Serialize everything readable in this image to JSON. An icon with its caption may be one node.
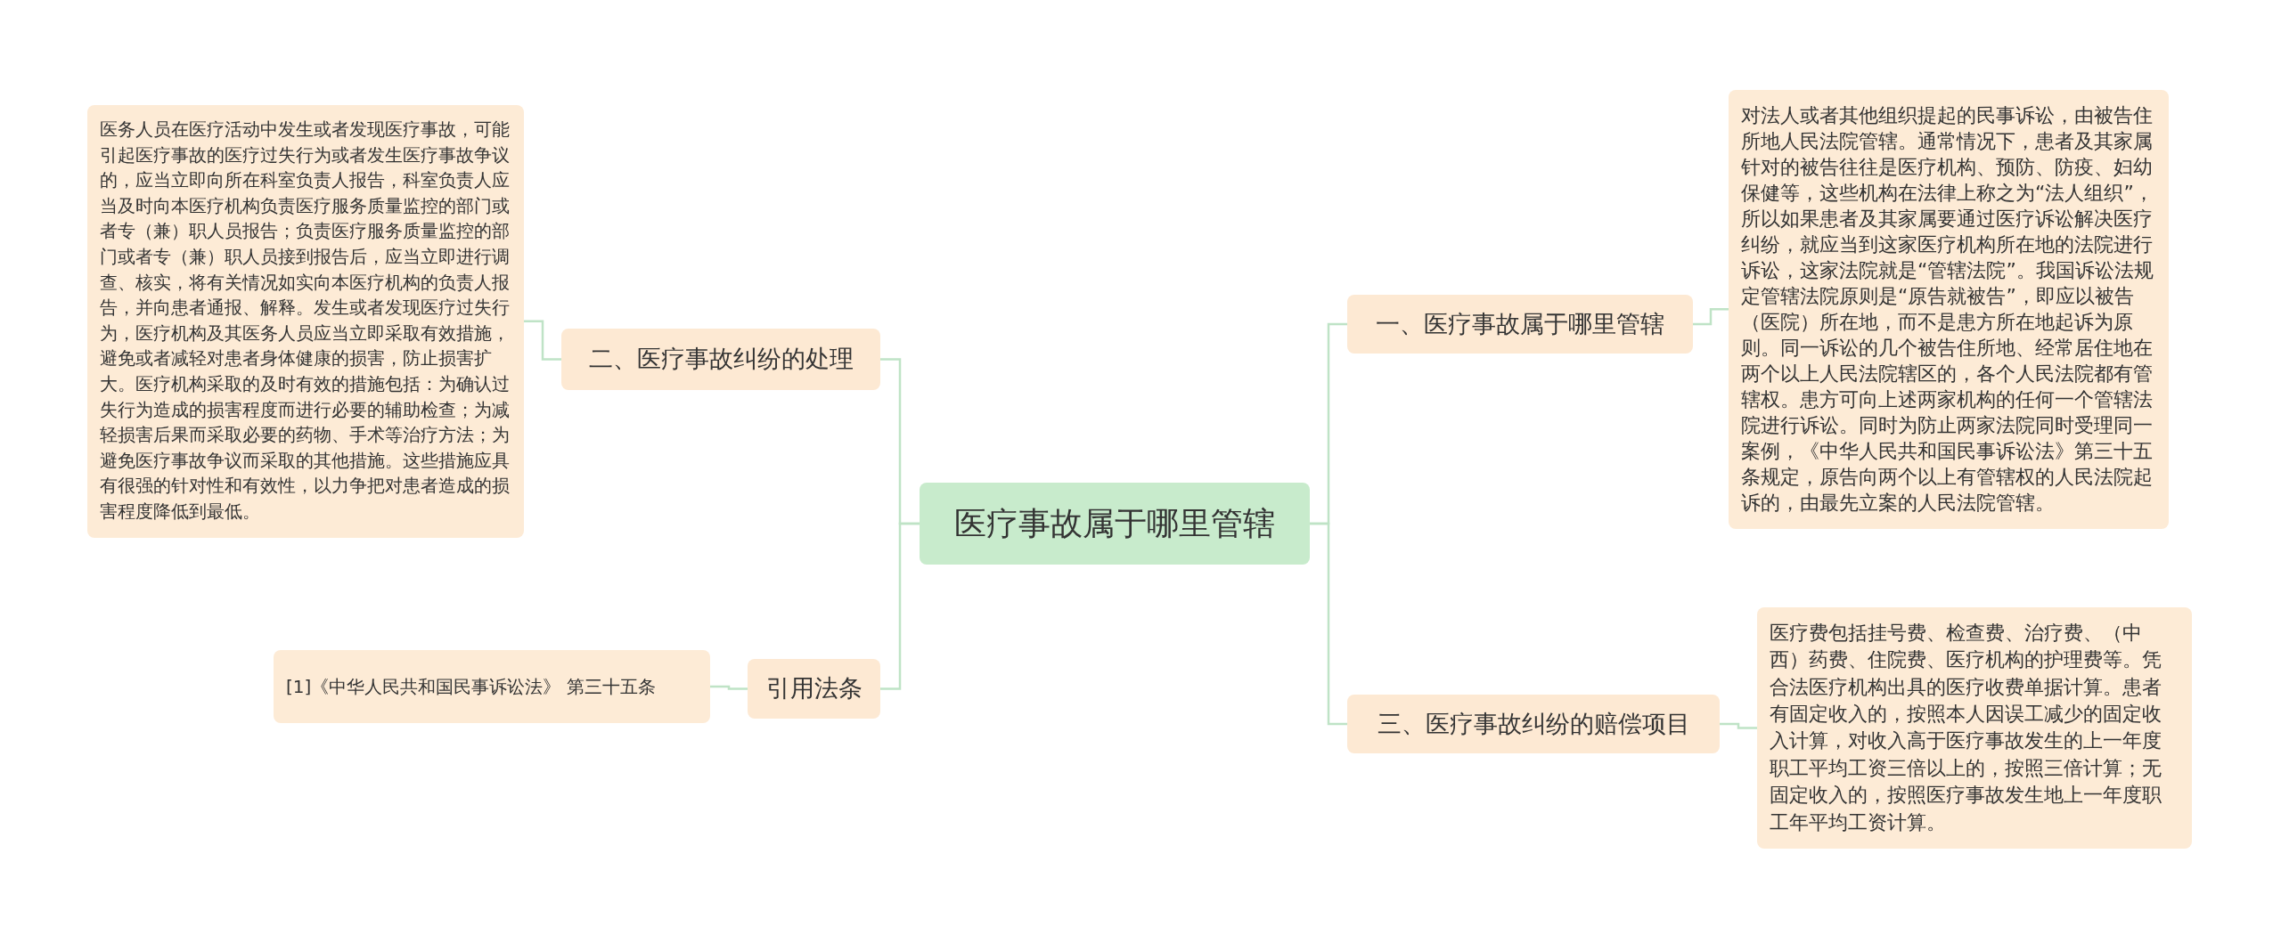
{
  "diagram": {
    "nodes": [
      {
        "text": [
          "医疗事故属于哪里管辖"
        ]
      },
      {
        "text": [
          "一、医疗事故属于哪里管辖"
        ]
      },
      {
        "text": [
          "对法人或者其他组织提起的民事诉讼，由被告住所地人民法院管辖。通常情况下，患者及其家属针对的被告往往是医疗机构、预防、防疫、妇幼保健等，这些机构在法律上称之为“法人组织”，所以如果患者及其家属要通过医疗诉讼解决医疗纠纷，就应当到这家医疗机构所在地的法院进行诉讼，这家法院就是“管辖法院”。我国诉讼法规定管辖法院原则是“原告就被告”，即应以被告（医院）所在地，而不是患方所在地起诉为原则。同一诉讼的几个被告住所地、经常居住地在两个以上人民法院辖区的，各个人民法院都有管辖权。患方可向上述两家机构的任何一个管辖法院进行诉讼。同时为防止两家法院同时受理同一案例，《中华人民共和国民事诉讼法》第三十五条规定，原告向两个以上有管辖权的人民法院起诉的，由最先立案的人民法院管辖。"
        ]
      },
      {
        "text": [
          "三、医疗事故纠纷的赔偿项目"
        ]
      },
      {
        "text": [
          "医疗费包括挂号费、检查费、治疗费、（中西）药费、住院费、医疗机构的护理费等。凭合法医疗机构出具的医疗收费单据计算。患者有固定收入的，按照本人因误工减少的固定收入计算，对收入高于医疗事故发生的上一年度职工平均工资三倍以上的，按照三倍计算；无固定收入的，按照医疗事故发生地上一年度职工年平均工资计算。"
        ]
      },
      {
        "text": [
          "二、医疗事故纠纷的处理"
        ]
      },
      {
        "text": [
          "医务人员在医疗活动中发生或者发现医疗事故，可能引起医疗事故的医疗过失行为或者发生医疗事故争议的，应当立即向所在科室负责人报告，科室负责人应当及时向本医疗机构负责医疗服务质量监控的部门或者专（兼）职人员报告；负责医疗服务质量监控的部门或者专（兼）职人员接到报告后，应当立即进行调查、核实，将有关情况如实向本医疗机构的负责人报告，并向患者通报、解释。发生或者发现医疗过失行为，医疗机构及其医务人员应当立即采取有效措施，避免或者减轻对患者身体健康的损害，防止损害扩大。医疗机构采取的及时有效的措施包括：为确认过失行为造成的损害程度而进行必要的辅助检查；为减轻损害后果而采取必要的药物、手术等治疗方法；为避免医疗事故争议而采取的其他措施。这些措施应具有很强的针对性和有效性，以力争把对患者造成的损害程度降低到最低。"
        ]
      },
      {
        "text": [
          "引用法条"
        ]
      },
      {
        "text": [
          "[1]《中华人民共和国民事诉讼法》 第三十五条"
        ]
      }
    ],
    "edges": [
      {
        "from": 0,
        "to": 1,
        "arrow": "none"
      },
      {
        "from": 1,
        "to": 2,
        "arrow": "none"
      },
      {
        "from": 0,
        "to": 3,
        "arrow": "none"
      },
      {
        "from": 3,
        "to": 4,
        "arrow": "none"
      },
      {
        "from": 0,
        "to": 5,
        "arrow": "none"
      },
      {
        "from": 5,
        "to": 6,
        "arrow": "none"
      },
      {
        "from": 0,
        "to": 7,
        "arrow": "none"
      },
      {
        "from": 7,
        "to": 8,
        "arrow": "none"
      }
    ]
  }
}
